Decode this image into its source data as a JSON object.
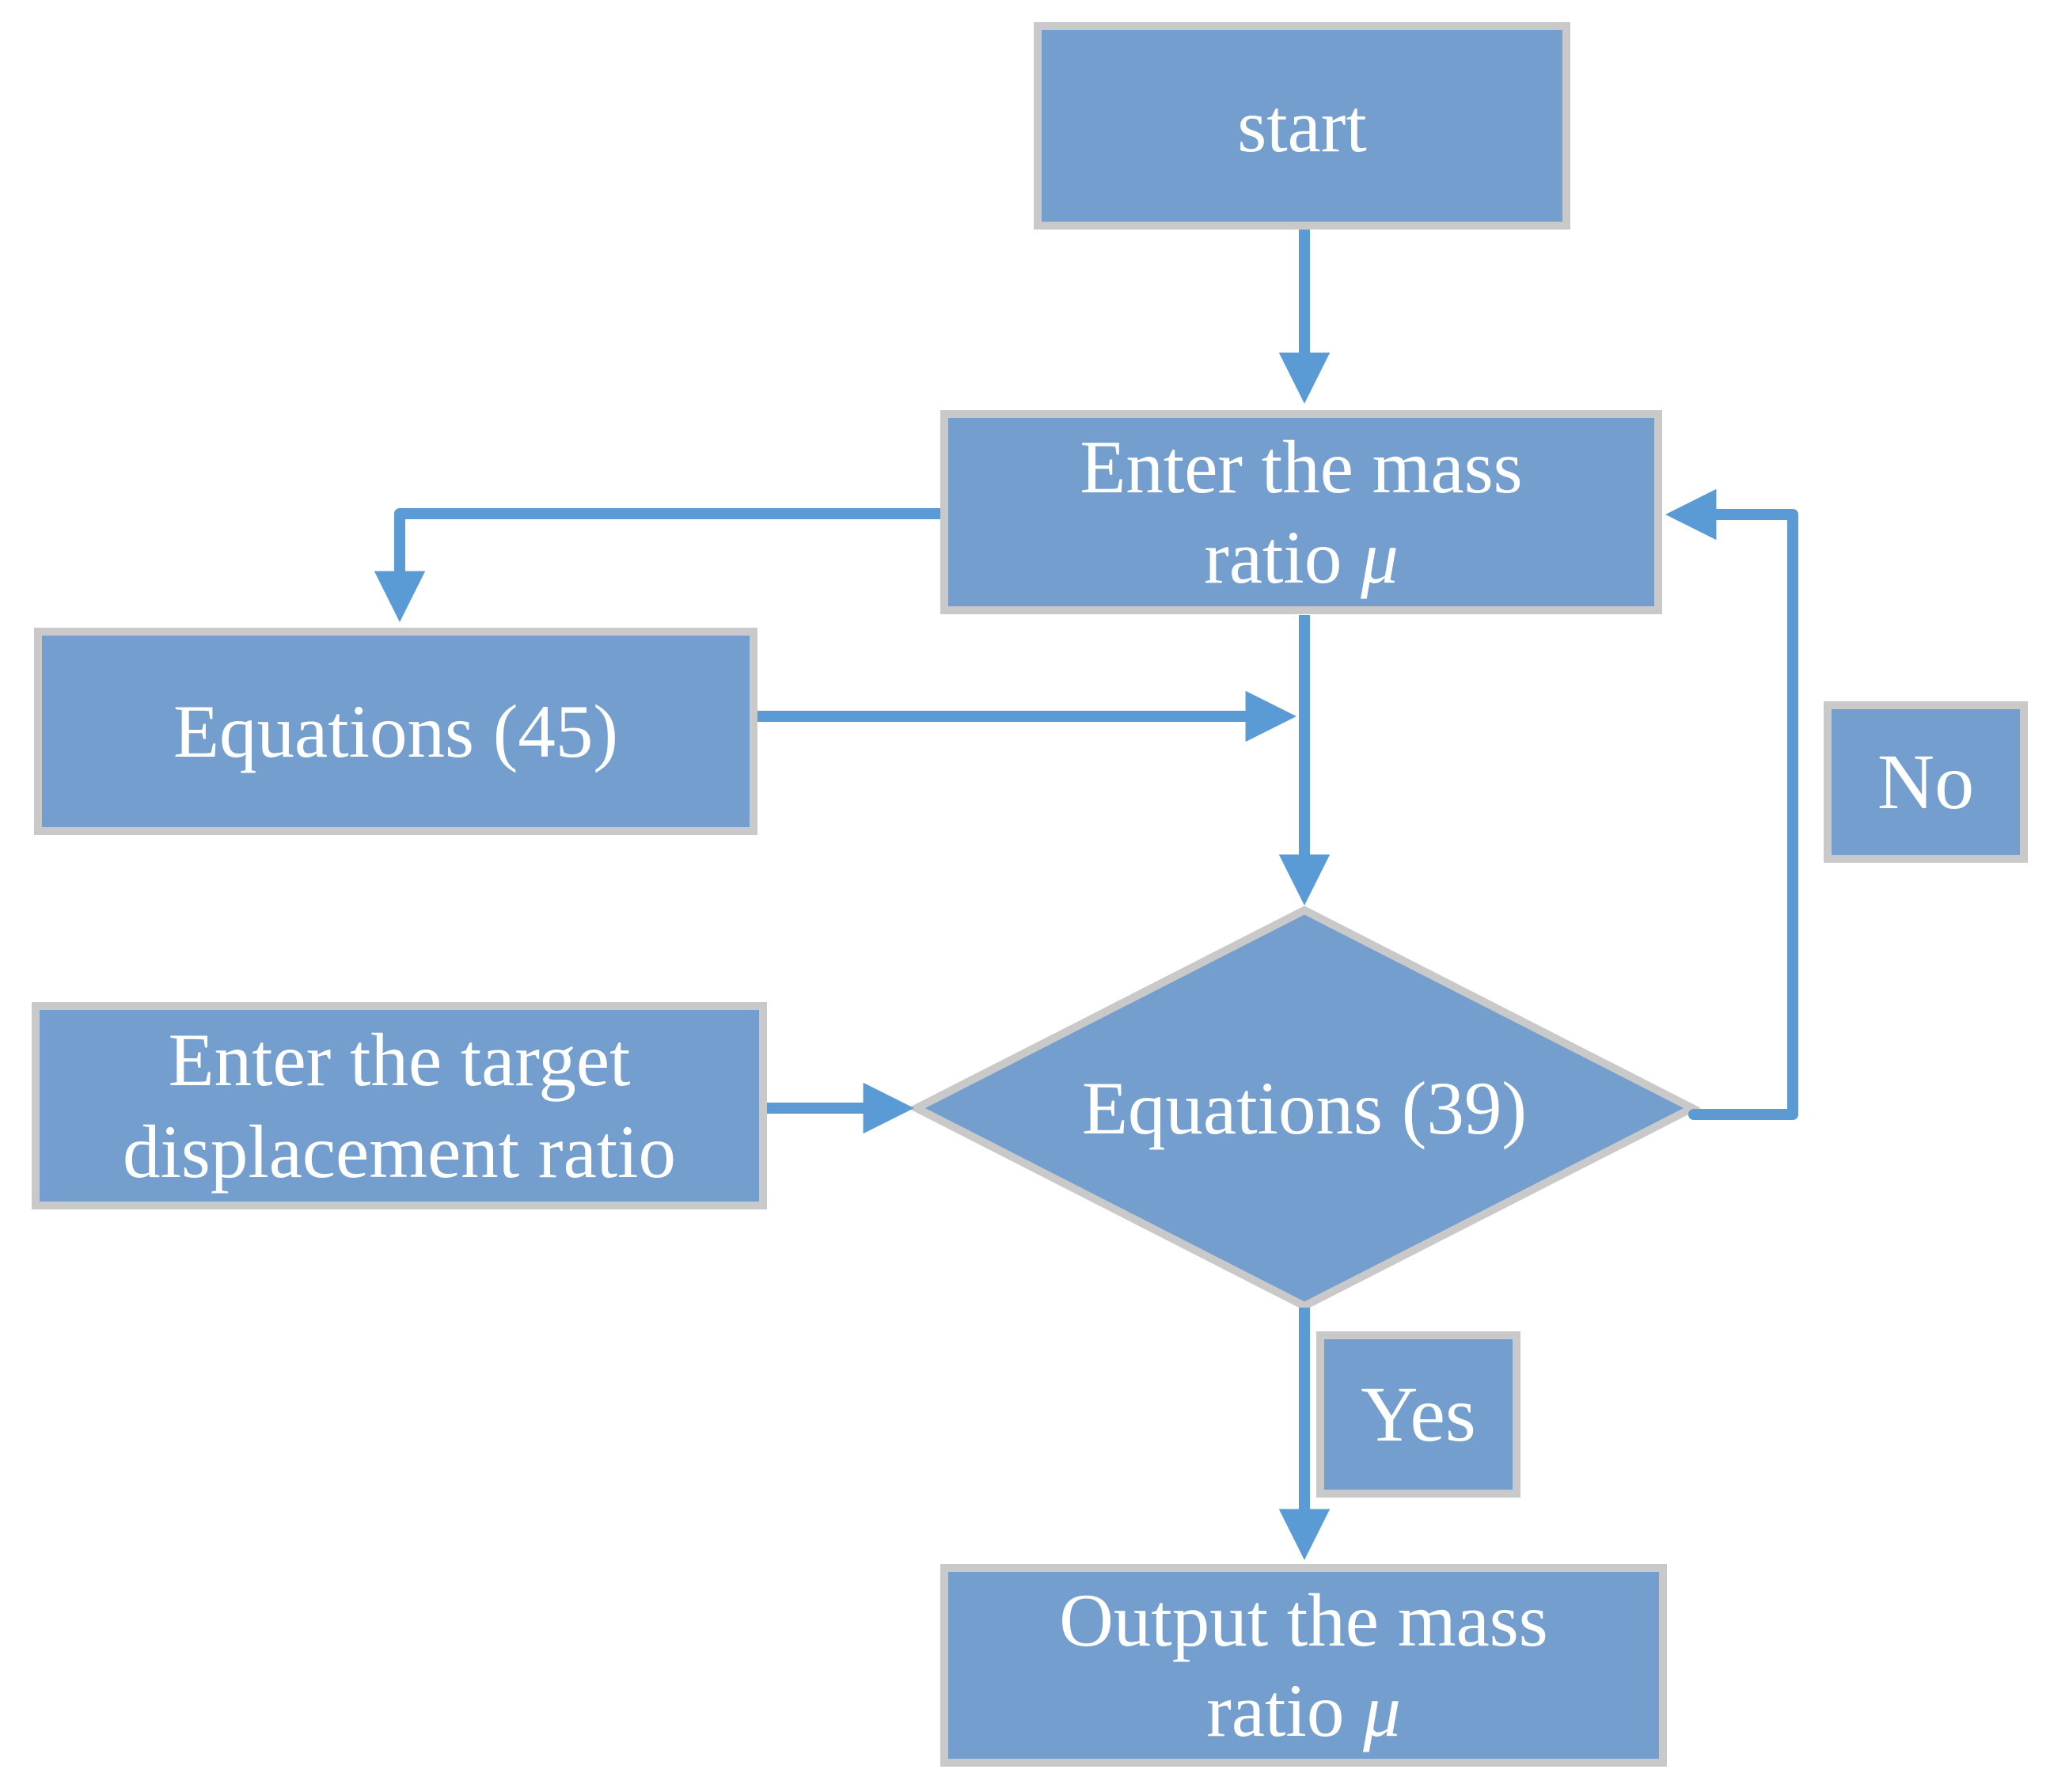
{
  "diagram": {
    "type": "flowchart",
    "colors": {
      "node_fill": "#739ECD",
      "node_border": "#C9C9C9",
      "arrow": "#5B9BD5",
      "text": "#FFFFFF",
      "background": "#FFFFFF"
    },
    "nodes": {
      "start": {
        "label": "start"
      },
      "enter_mass": {
        "line1": "Enter the mass",
        "line2_prefix": "ratio ",
        "line2_symbol": "μ"
      },
      "equations_45": {
        "label": "Equations (45)"
      },
      "enter_target": {
        "line1": "Enter the target",
        "line2": "displacement ratio"
      },
      "decision": {
        "label": "Equations (39)"
      },
      "output_mass": {
        "line1": "Output the mass",
        "line2_prefix": "ratio ",
        "line2_symbol": "μ"
      }
    },
    "edge_labels": {
      "no": "No",
      "yes": "Yes"
    }
  }
}
